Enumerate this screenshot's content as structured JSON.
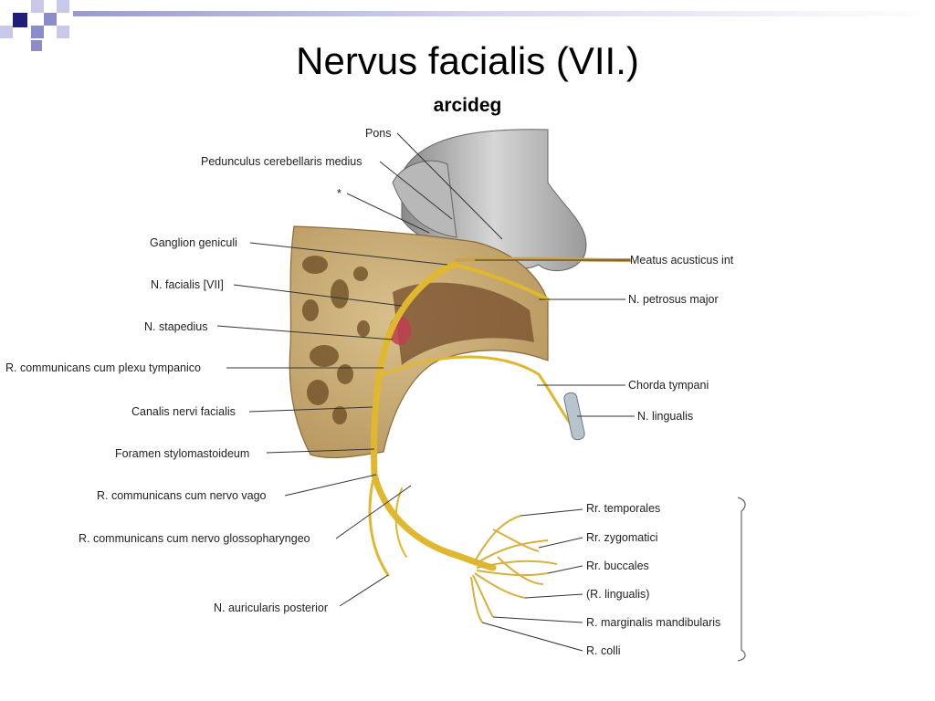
{
  "slide": {
    "title": "Nervus facialis (VII.)",
    "subtitle": "arcideg"
  },
  "colors": {
    "accent_dark": "#1f1f7a",
    "accent_mid": "#8c8cc8",
    "accent_light": "#c8c8e8",
    "bone": "#c9ad7a",
    "nerve": "#e0b830",
    "brainstem": "#c0c0c0"
  },
  "diagram": {
    "labels_left": [
      "Pons",
      "Pedunculus cerebellaris medius",
      "*",
      "Ganglion geniculi",
      "N. facialis [VII]",
      "N. stapedius",
      "R. communicans cum plexu tympanico",
      "Canalis nervi facialis",
      "Foramen stylomastoideum",
      "R. communicans cum nervo vago",
      "R. communicans cum nervo glossopharyngeo",
      "N. auricularis posterior"
    ],
    "labels_right": [
      "Meatus acusticus int",
      "N. petrosus major",
      "Chorda tympani",
      "N. lingualis",
      "Rr. temporales",
      "Rr. zygomatici",
      "Rr. buccales",
      "(R. lingualis)",
      "R. marginalis mandibularis",
      "R. colli"
    ]
  }
}
